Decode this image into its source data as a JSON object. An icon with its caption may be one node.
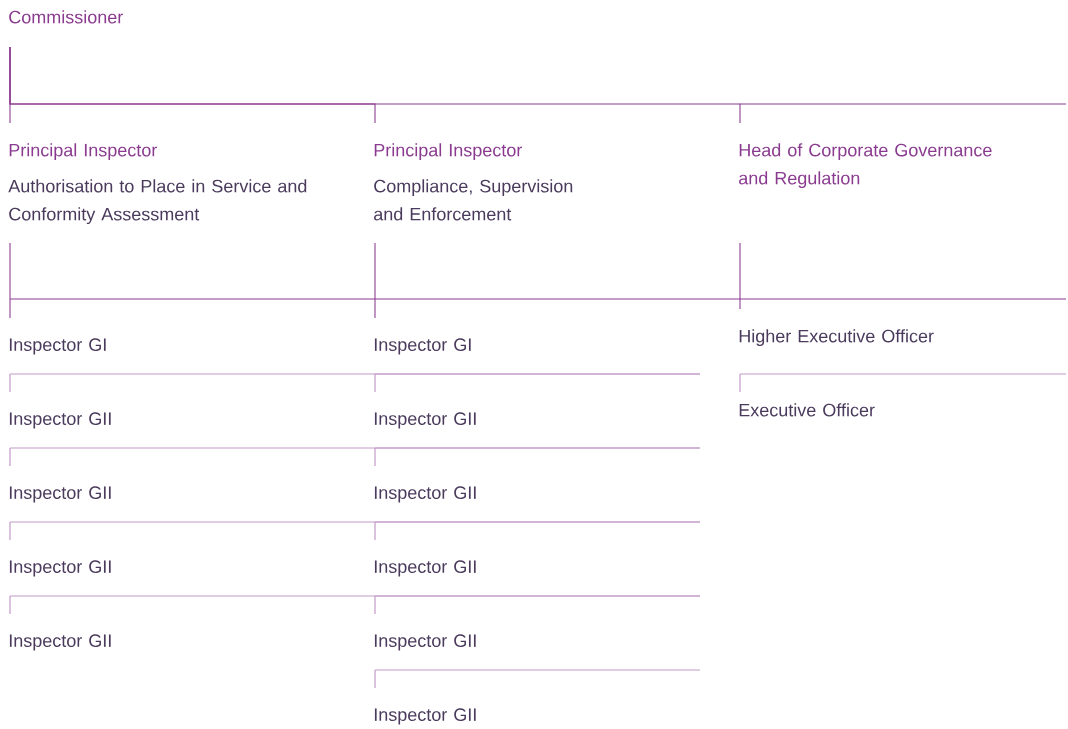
{
  "diagram": {
    "nodes": [
      {
        "text": [
          "Commissioner"
        ]
      },
      {
        "text": [
          "Principal Inspector",
          "Authorisation to Place in Service and Conformity Assessment"
        ]
      },
      {
        "text": [
          "Principal Inspector",
          "Compliance, Supervision and Enforcement"
        ]
      },
      {
        "text": [
          "Head of Corporate Governance and Regulation"
        ]
      },
      {
        "text": [
          "Inspector GI"
        ]
      },
      {
        "text": [
          "Inspector GII"
        ]
      },
      {
        "text": [
          "Inspector GII"
        ]
      },
      {
        "text": [
          "Inspector GII"
        ]
      },
      {
        "text": [
          "Inspector GII"
        ]
      },
      {
        "text": [
          "Inspector GI"
        ]
      },
      {
        "text": [
          "Inspector GII"
        ]
      },
      {
        "text": [
          "Inspector GII"
        ]
      },
      {
        "text": [
          "Inspector GII"
        ]
      },
      {
        "text": [
          "Inspector GII"
        ]
      },
      {
        "text": [
          "Inspector GII"
        ]
      },
      {
        "text": [
          "Higher Executive Officer"
        ]
      },
      {
        "text": [
          "Executive Officer"
        ]
      }
    ],
    "edges": [
      {
        "from": 0,
        "to": 1,
        "arrow": "none"
      },
      {
        "from": 0,
        "to": 2,
        "arrow": "none"
      },
      {
        "from": 0,
        "to": 3,
        "arrow": "none"
      },
      {
        "from": 1,
        "to": 4,
        "arrow": "none"
      },
      {
        "from": 2,
        "to": 9,
        "arrow": "none"
      },
      {
        "from": 3,
        "to": 15,
        "arrow": "none"
      }
    ]
  }
}
